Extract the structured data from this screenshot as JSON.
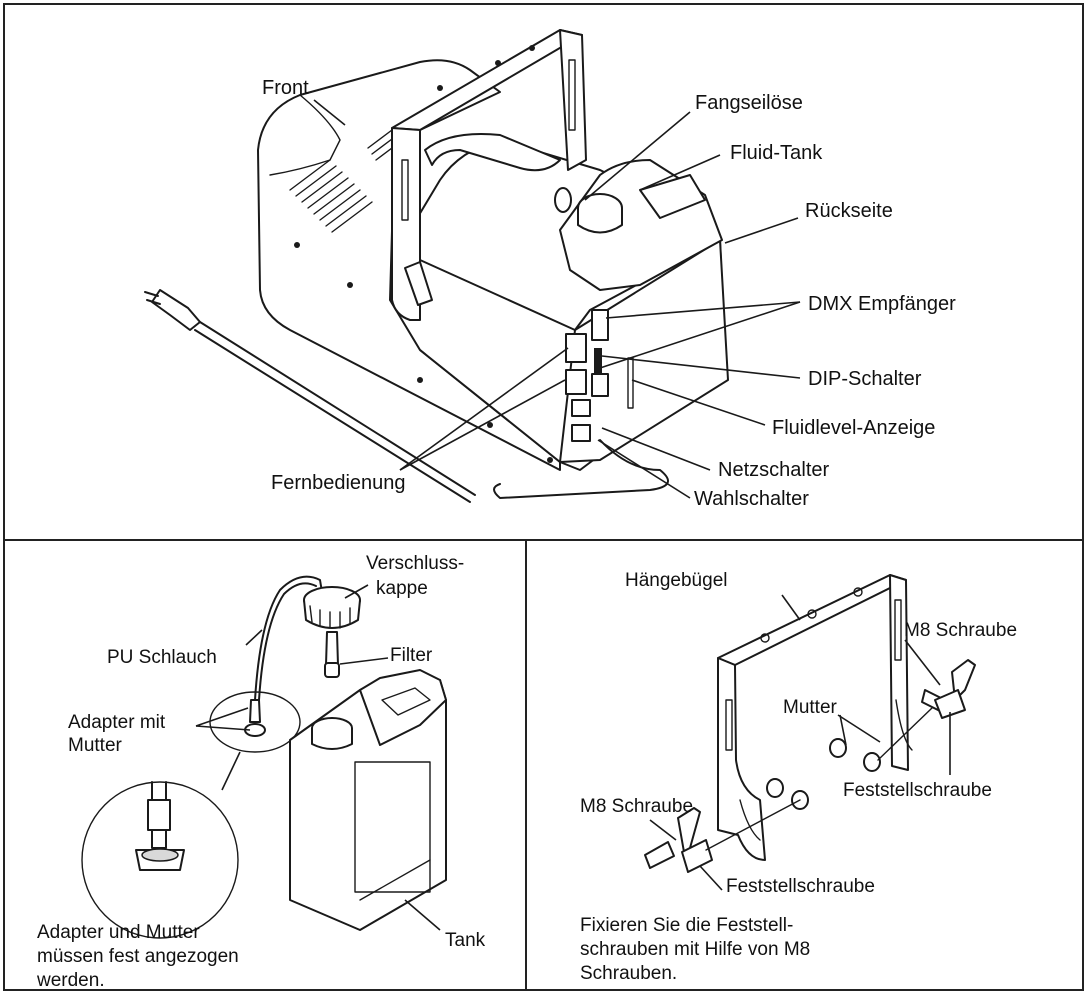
{
  "panels": {
    "top": {
      "labels": {
        "front": "Front",
        "fangseiloese": "Fangseilöse",
        "fluid_tank": "Fluid-Tank",
        "rueckseite": "Rückseite",
        "dmx_empfaenger": "DMX Empfänger",
        "dip_schalter": "DIP-Schalter",
        "fluidlevel_anzeige": "Fluidlevel-Anzeige",
        "netzschalter": "Netzschalter",
        "wahlschalter": "Wahlschalter",
        "fernbedienung": "Fernbedienung"
      }
    },
    "bottom_left": {
      "labels": {
        "verschlusskappe_line1": "Verschluss-",
        "verschlusskappe_line2": "kappe",
        "pu_schlauch": "PU Schlauch",
        "filter": "Filter",
        "adapter_line1": "Adapter mit",
        "adapter_line2": "Mutter",
        "tank": "Tank"
      },
      "note": {
        "line1": "Adapter und Mutter",
        "line2": "müssen fest angezogen",
        "line3": "werden."
      }
    },
    "bottom_right": {
      "labels": {
        "haengebuegel": "Hängebügel",
        "m8_schraube_top": "M8  Schraube",
        "mutter": "Mutter",
        "feststellschraube_top": "Feststellschraube",
        "m8_schraube_bottom": "M8  Schraube",
        "feststellschraube_bottom": "Feststellschraube"
      },
      "note": {
        "line1": "Fixieren Sie die Feststell-",
        "line2": "schrauben mit Hilfe von M8",
        "line3": "Schrauben."
      }
    }
  }
}
